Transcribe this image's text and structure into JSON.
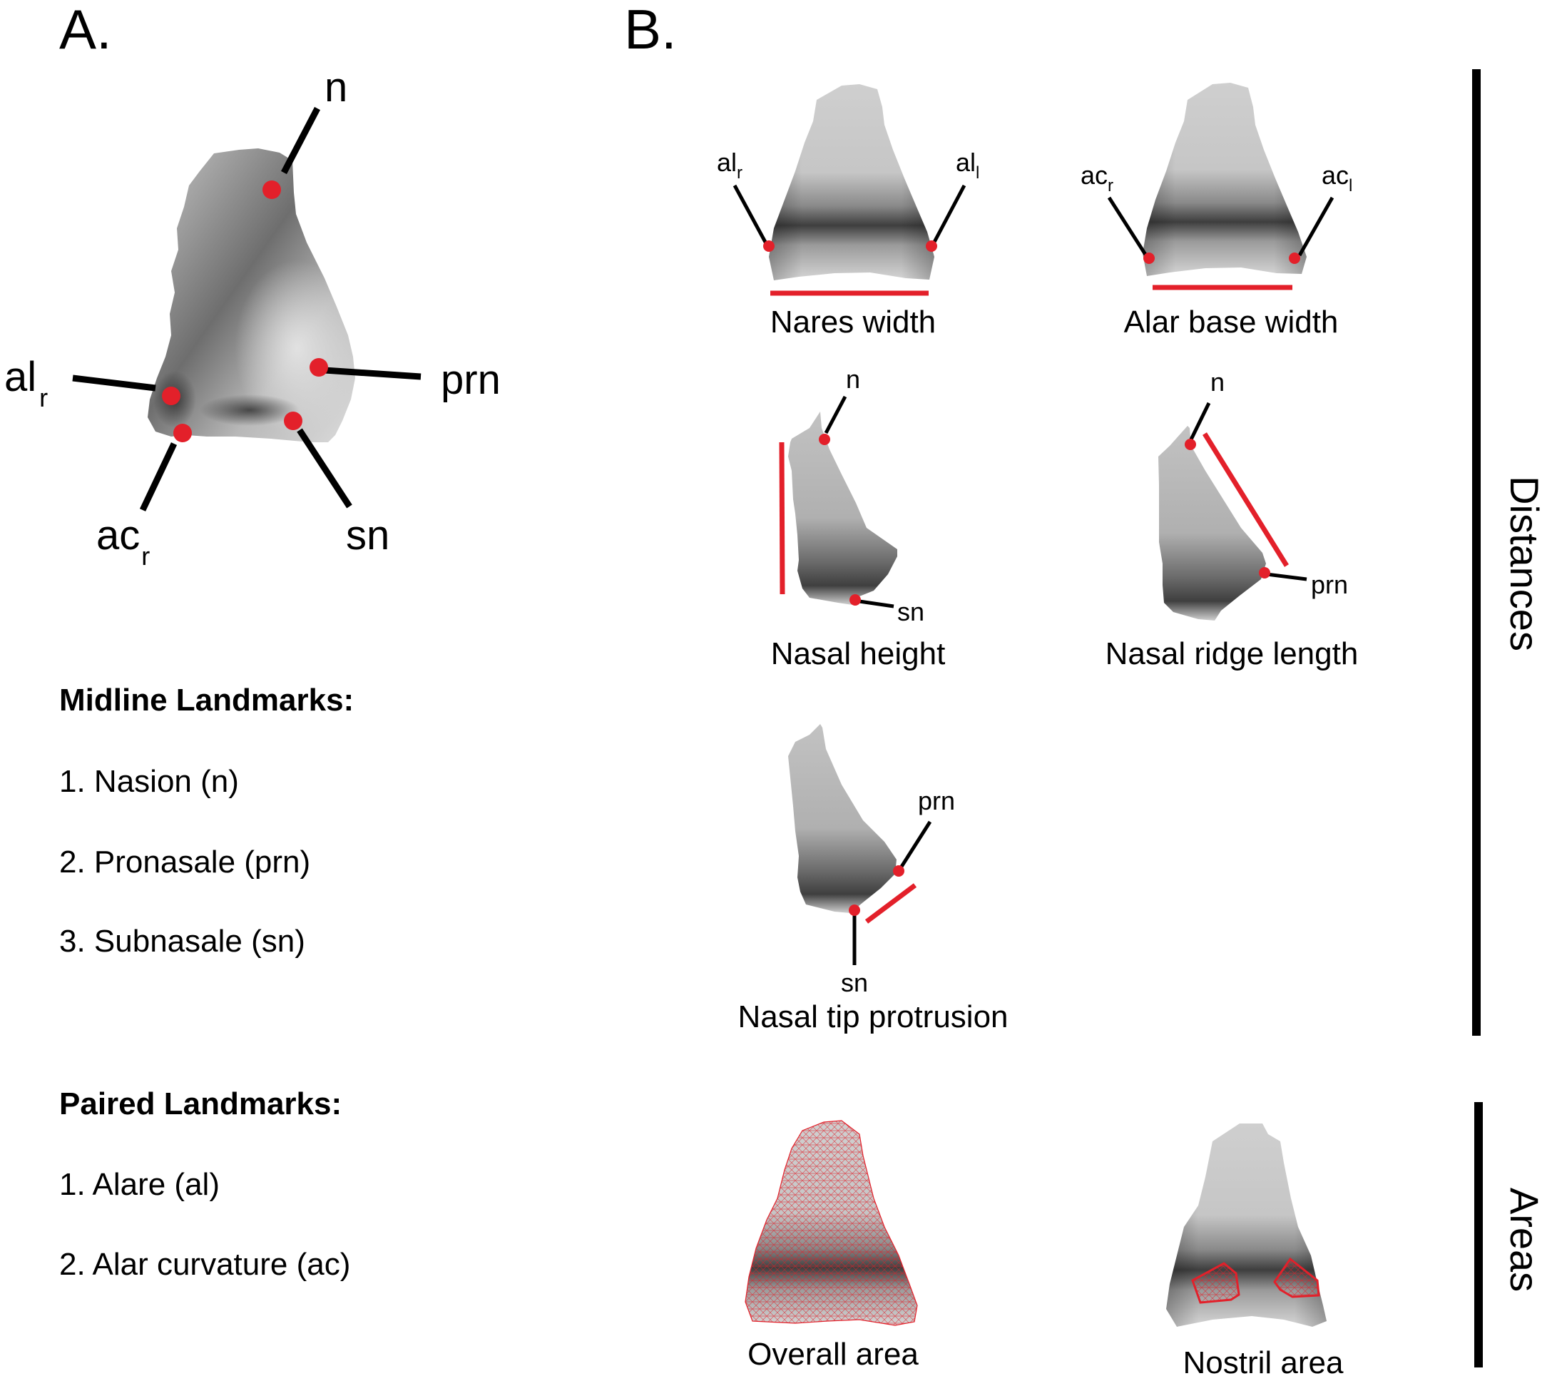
{
  "colors": {
    "landmark": "#e3202a",
    "measure": "#e3202a",
    "leader": "#000000",
    "text": "#000000"
  },
  "panel_a": {
    "letter": "A.",
    "landmarks": [
      {
        "id": "n",
        "label": "n",
        "subscript": ""
      },
      {
        "id": "prn",
        "label": "prn",
        "subscript": ""
      },
      {
        "id": "al_r",
        "label": "al",
        "subscript": "r"
      },
      {
        "id": "ac_r",
        "label": "ac",
        "subscript": "r"
      },
      {
        "id": "sn",
        "label": "sn",
        "subscript": ""
      }
    ],
    "midline": {
      "heading": "Midline Landmarks:",
      "items": [
        "1. Nasion (n)",
        "2. Pronasale (prn)",
        "3. Subnasale (sn)"
      ]
    },
    "paired": {
      "heading": "Paired Landmarks:",
      "items": [
        "1. Alare (al)",
        "2. Alar curvature (ac)"
      ]
    }
  },
  "panel_b": {
    "letter": "B.",
    "groups": [
      {
        "label": "Distances"
      },
      {
        "label": "Areas"
      }
    ],
    "measures": [
      {
        "id": "nares-width",
        "caption": "Nares width",
        "view": "frontal",
        "landmarks": [
          {
            "label": "al",
            "subscript": "r"
          },
          {
            "label": "al",
            "subscript": "l"
          }
        ]
      },
      {
        "id": "alar-base-width",
        "caption": "Alar base width",
        "view": "frontal",
        "landmarks": [
          {
            "label": "ac",
            "subscript": "r"
          },
          {
            "label": "ac",
            "subscript": "l"
          }
        ]
      },
      {
        "id": "nasal-height",
        "caption": "Nasal height",
        "view": "profile",
        "landmarks": [
          {
            "label": "n",
            "subscript": ""
          },
          {
            "label": "sn",
            "subscript": ""
          }
        ]
      },
      {
        "id": "nasal-ridge-length",
        "caption": "Nasal ridge length",
        "view": "profile",
        "landmarks": [
          {
            "label": "n",
            "subscript": ""
          },
          {
            "label": "prn",
            "subscript": ""
          }
        ]
      },
      {
        "id": "nasal-tip-protrusion",
        "caption": "Nasal tip protrusion",
        "view": "profile",
        "landmarks": [
          {
            "label": "prn",
            "subscript": ""
          },
          {
            "label": "sn",
            "subscript": ""
          }
        ]
      },
      {
        "id": "overall-area",
        "caption": "Overall area",
        "view": "frontal-mesh",
        "landmarks": []
      },
      {
        "id": "nostril-area",
        "caption": "Nostril area",
        "view": "frontal-nostrils",
        "landmarks": []
      }
    ]
  }
}
